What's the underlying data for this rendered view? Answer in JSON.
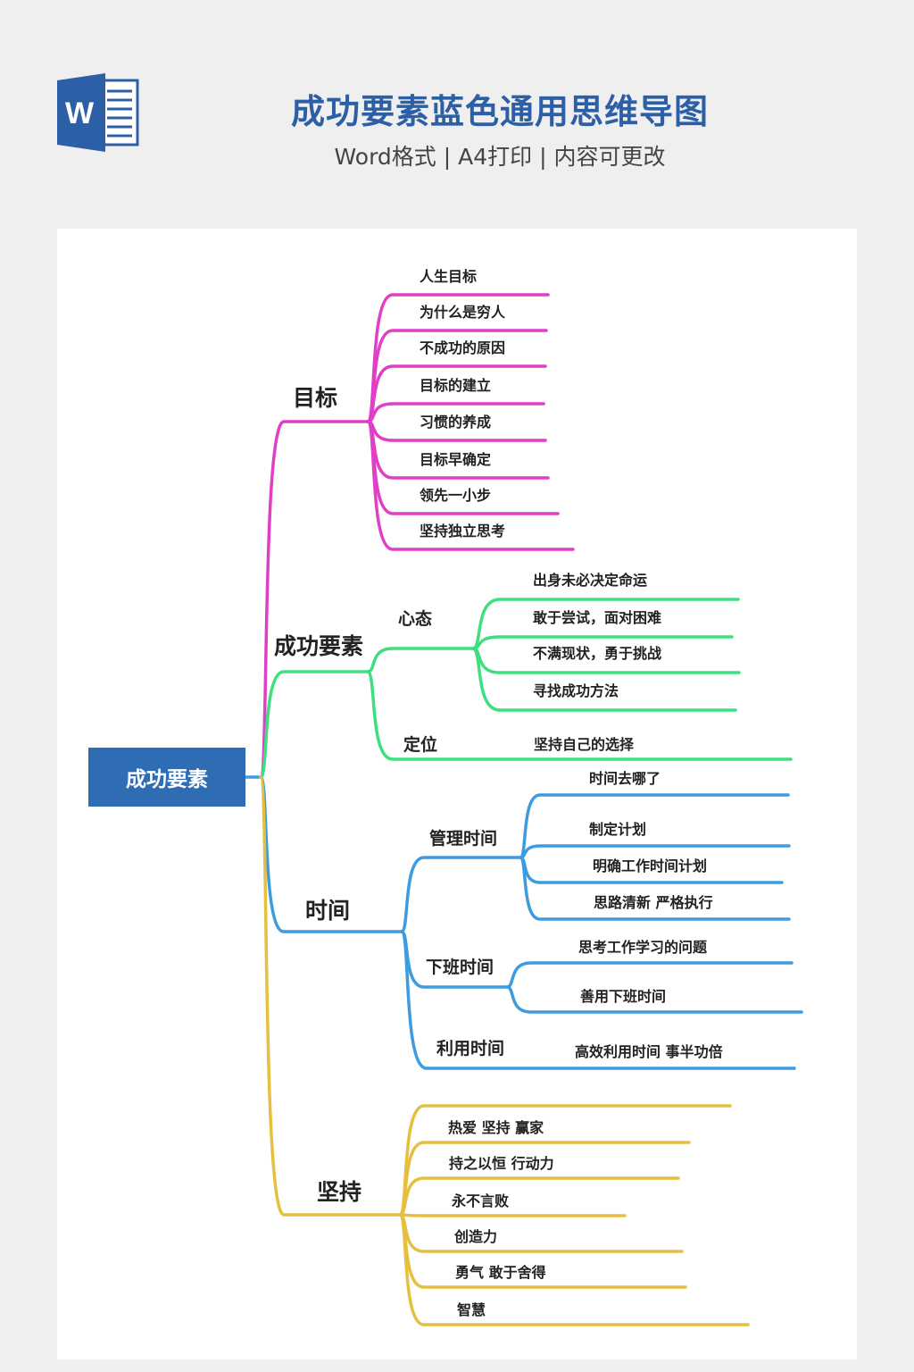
{
  "header": {
    "title": "成功要素蓝色通用思维导图",
    "subtitle": "Word格式 | A4打印 | 内容可更改",
    "logo_letter": "W"
  },
  "colors": {
    "goal": "#e03fc6",
    "elements": "#3ddf7e",
    "time": "#3d9be0",
    "persist": "#e5c03f",
    "root": "#2e6db3",
    "title": "#2d5fa6"
  },
  "mindmap": {
    "root": "成功要素",
    "branches": [
      {
        "label": "目标",
        "leaves": [
          "人生目标",
          "为什么是穷人",
          "不成功的原因",
          "目标的建立",
          "习惯的养成",
          "目标早确定",
          "领先一小步",
          "坚持独立思考"
        ]
      },
      {
        "label": "成功要素",
        "subs": [
          {
            "label": "心态",
            "leaves": [
              "出身未必决定命运",
              "敢于尝试，面对困难",
              "不满现状，勇于挑战",
              "寻找成功方法"
            ]
          },
          {
            "label": "定位",
            "leaves": [
              "坚持自己的选择"
            ]
          }
        ]
      },
      {
        "label": "时间",
        "subs": [
          {
            "label": "管理时间",
            "leaves": [
              "时间去哪了",
              "制定计划",
              "明确工作时间计划",
              "思路清新 严格执行"
            ]
          },
          {
            "label": "下班时间",
            "leaves": [
              "思考工作学习的问题",
              "善用下班时间"
            ]
          },
          {
            "label": "利用时间",
            "leaves": [
              "高效利用时间 事半功倍"
            ]
          }
        ]
      },
      {
        "label": "坚持",
        "leaves": [
          "热爱 坚持 赢家",
          "持之以恒 行动力",
          "永不言败",
          "创造力",
          "勇气 敢于舍得",
          "智慧"
        ]
      }
    ]
  }
}
